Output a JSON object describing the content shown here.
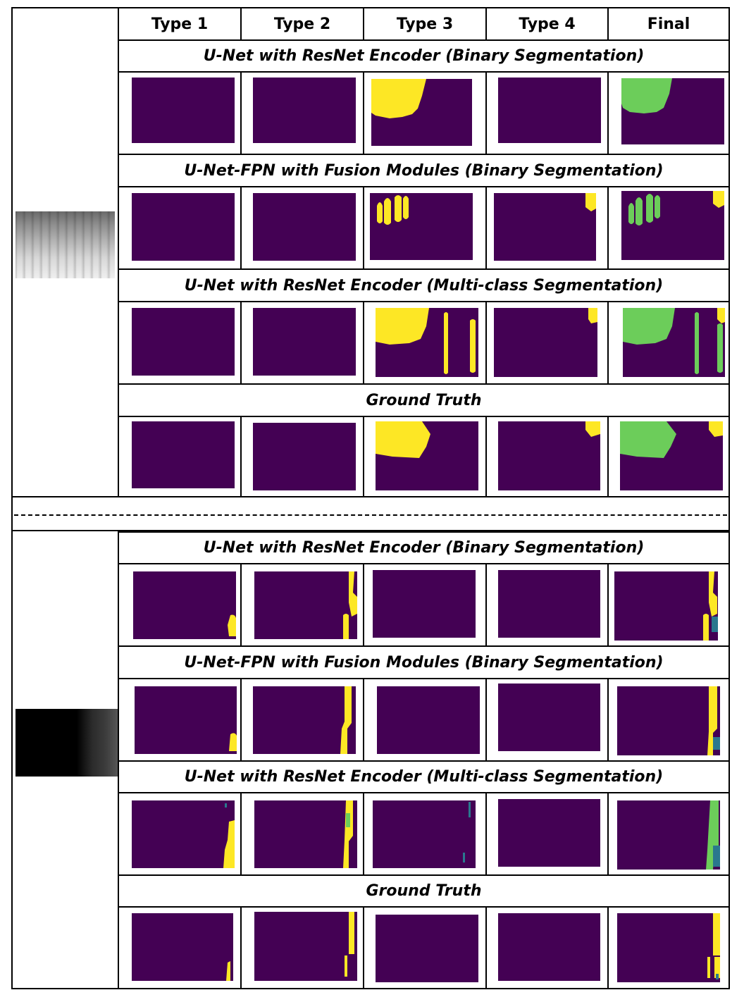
{
  "columns": [
    "Type 1",
    "Type 2",
    "Type 3",
    "Type 4",
    "Final"
  ],
  "sections": [
    {
      "rows": [
        {
          "title": "U-Net with ResNet Encoder (Binary Segmentation)"
        },
        {
          "title": "U-Net-FPN with Fusion Modules (Binary Segmentation)"
        },
        {
          "title": "U-Net with ResNet Encoder (Multi-class Segmentation)"
        },
        {
          "title": "Ground Truth"
        }
      ]
    },
    {
      "rows": [
        {
          "title": "U-Net with ResNet Encoder (Binary Segmentation)"
        },
        {
          "title": "U-Net-FPN with Fusion Modules (Binary Segmentation)"
        },
        {
          "title": "U-Net with ResNet Encoder (Multi-class Segmentation)"
        },
        {
          "title": "Ground Truth"
        }
      ]
    }
  ],
  "colors": {
    "background_class": "#440154",
    "defect_yellow": "#fde725",
    "defect_green": "#6ccd5a",
    "defect_teal": "#2a788e"
  }
}
